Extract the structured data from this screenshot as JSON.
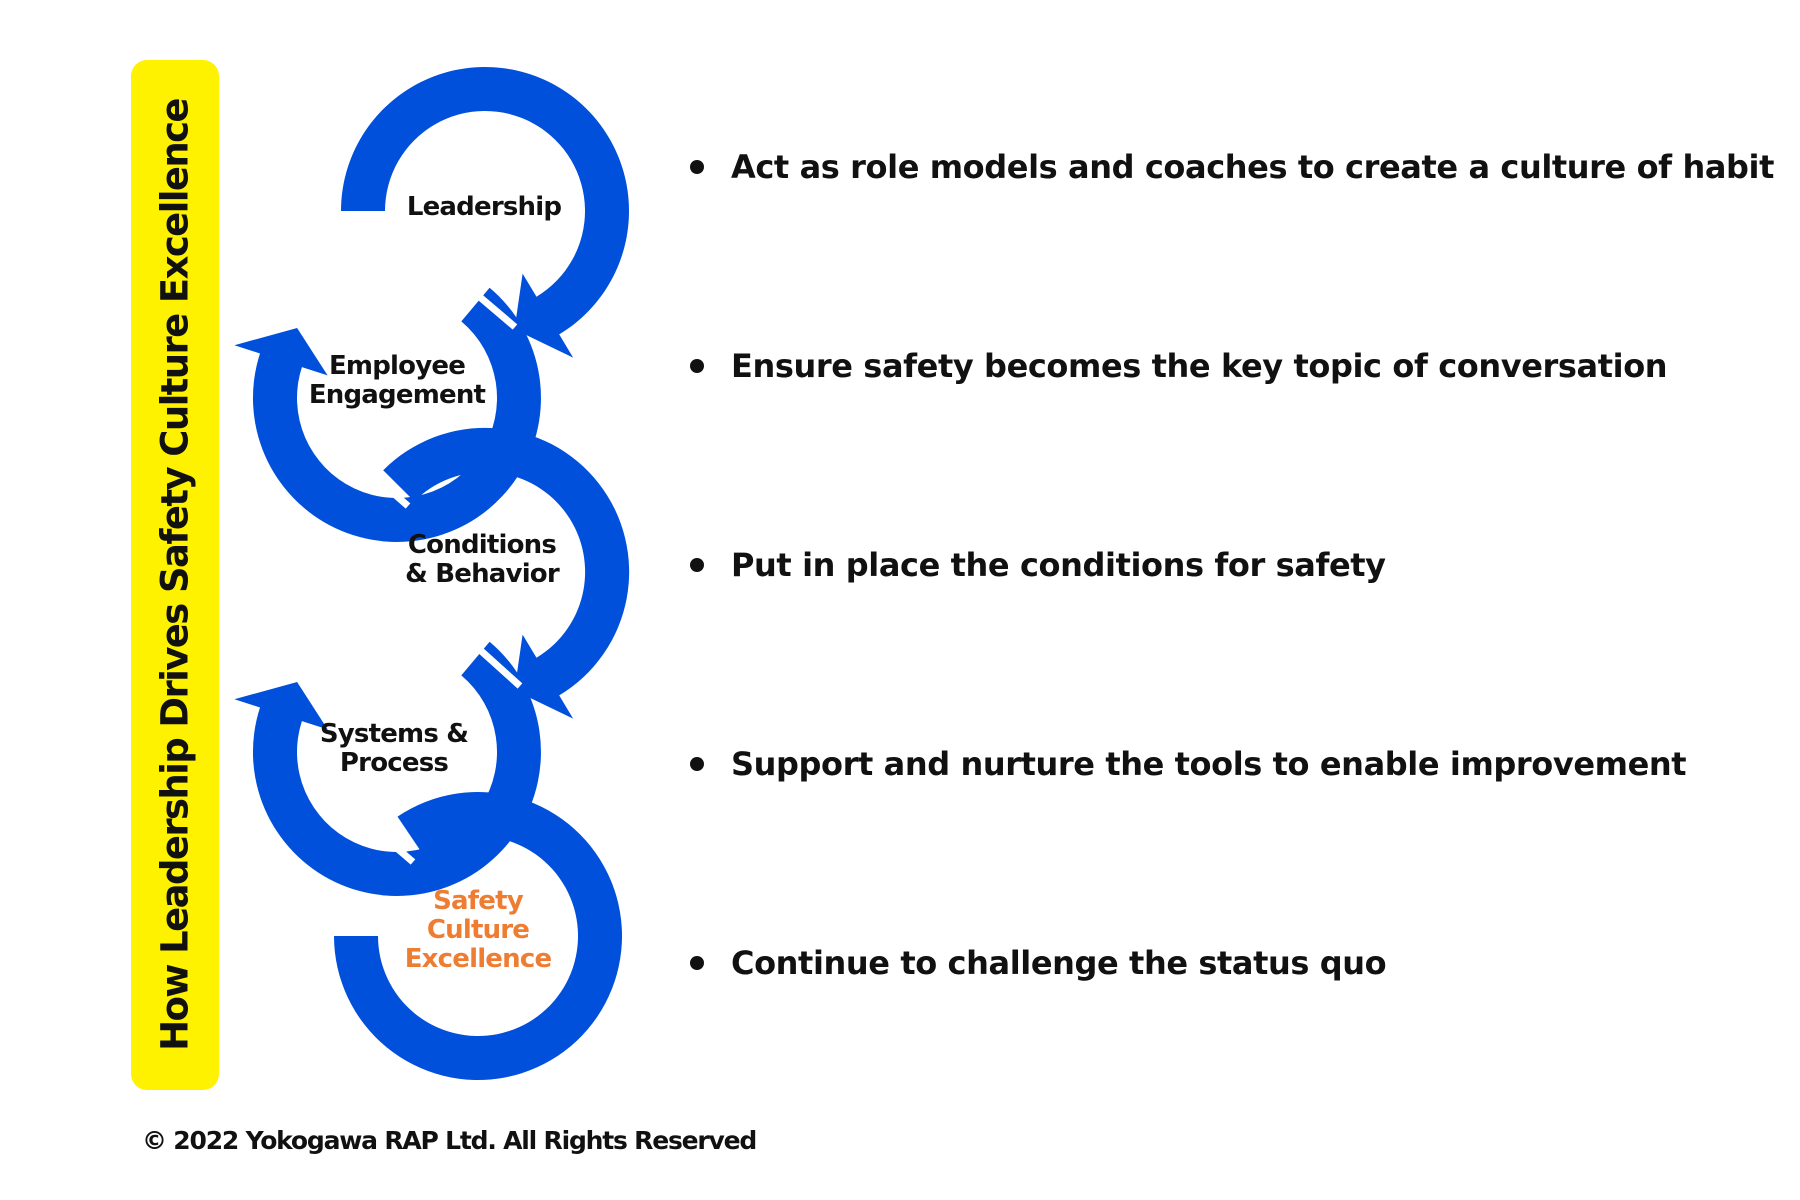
{
  "title": "How Leadership Drives Safety Culture Excellence",
  "colors": {
    "arrow": "#0050dc",
    "banner": "#fff200",
    "highlight": "#ee7d32",
    "text": "#111111"
  },
  "steps": [
    {
      "lines": [
        "Leadership"
      ]
    },
    {
      "lines": [
        "Employee",
        "Engagement"
      ]
    },
    {
      "lines": [
        "Conditions",
        "& Behavior"
      ]
    },
    {
      "lines": [
        "Systems &",
        "Process"
      ]
    },
    {
      "lines": [
        "Safety",
        "Culture",
        "Excellence"
      ]
    }
  ],
  "bullets": [
    "Act as role models and coaches to create a culture of habit",
    "Ensure safety becomes the key topic of conversation",
    "Put in place the conditions for safety",
    "Support and nurture the tools to enable improvement",
    "Continue to challenge the status quo"
  ],
  "copyright": "© 2022 Yokogawa RAP Ltd. All Rights Reserved"
}
